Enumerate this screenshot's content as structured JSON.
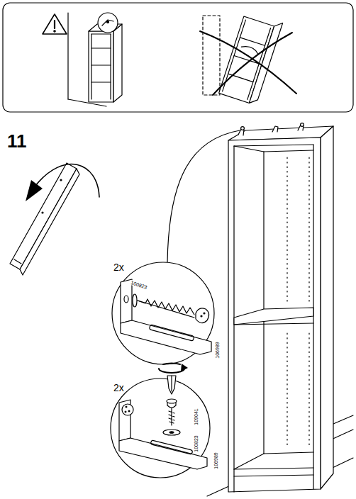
{
  "diagram": {
    "labels": [
      "11",
      "2x",
      "100823",
      "106989",
      "2x",
      "109041",
      "100823",
      "106989"
    ]
  }
}
